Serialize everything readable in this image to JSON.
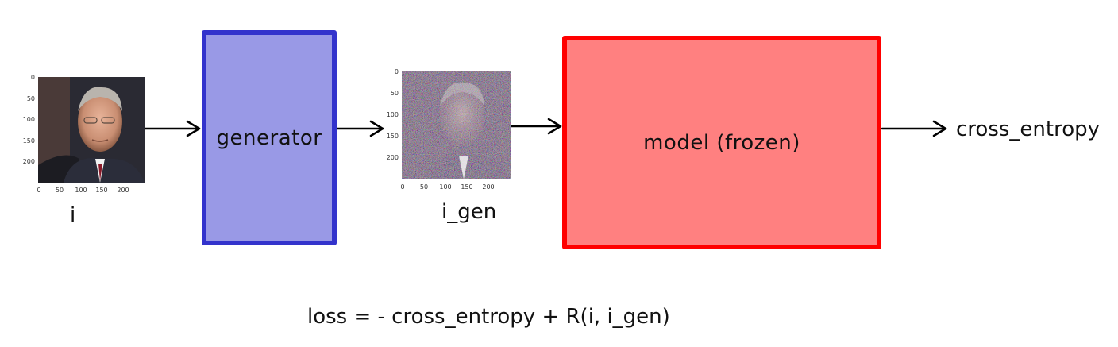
{
  "diagram": {
    "input_label": "i",
    "generator_label": "generator",
    "generated_label": "i_gen",
    "model_label": "model (frozen)",
    "output_label": "cross_entropy",
    "loss_formula": "loss = - cross_entropy + R(i, i_gen)"
  },
  "input_plot": {
    "y_ticks": [
      "0",
      "50",
      "100",
      "150",
      "200"
    ],
    "x_ticks": [
      "0",
      "50",
      "100",
      "150",
      "200"
    ]
  },
  "generated_plot": {
    "y_ticks": [
      "0",
      "50",
      "100",
      "150",
      "200"
    ],
    "x_ticks": [
      "0",
      "50",
      "100",
      "150",
      "200"
    ]
  },
  "colors": {
    "generator_fill": "#9999e6",
    "generator_border": "#3333cc",
    "model_fill": "#ff8080",
    "model_border": "#ff0000",
    "arrow": "#000000"
  }
}
